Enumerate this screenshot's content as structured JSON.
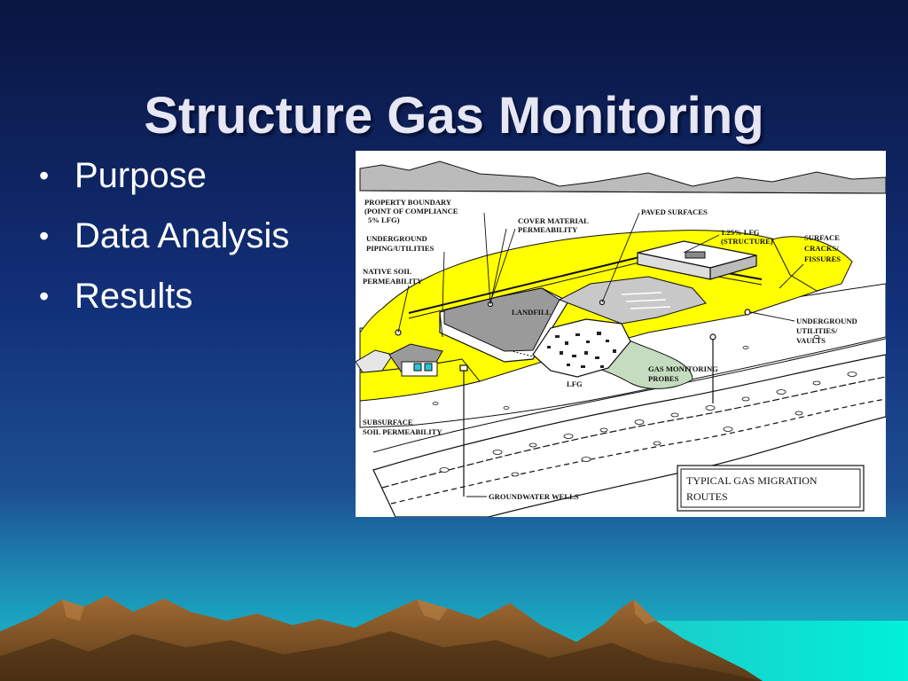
{
  "slide": {
    "title": "Structure Gas Monitoring",
    "bullets": [
      "Purpose",
      "Data Analysis",
      "Results"
    ]
  },
  "diagram": {
    "labels": {
      "property_boundary_1": "PROPERTY BOUNDARY",
      "property_boundary_2": "(POINT OF COMPLIANCE",
      "property_boundary_3": "5% LFG)",
      "cover_material_1": "COVER MATERIAL",
      "cover_material_2": "PERMEABILITY",
      "paved_surfaces": "PAVED SURFACES",
      "lfg_structure_1": "1.25% LFG",
      "lfg_structure_2": "(STRUCTURE)",
      "surface_cracks_1": "SURFACE",
      "surface_cracks_2": "CRACKS/",
      "surface_cracks_3": "FISSURES",
      "underground_piping_1": "UNDERGROUND",
      "underground_piping_2": "PIPING/UTILITIES",
      "native_soil_1": "NATIVE SOIL",
      "native_soil_2": "PERMEABILITY",
      "landfill": "LANDFILL",
      "underground_utilities_1": "UNDERGROUND",
      "underground_utilities_2": "UTILITIES/",
      "underground_utilities_3": "VAULTS",
      "gas_probes_1": "GAS MONITORING",
      "gas_probes_2": "PROBES",
      "lfg": "LFG",
      "subsurface_soil_1": "SUBSURFACE",
      "subsurface_soil_2": "SOIL PERMEABILITY",
      "groundwater_wells": "GROUNDWATER WELLS",
      "legend_1": "TYPICAL GAS MIGRATION",
      "legend_2": "ROUTES"
    }
  },
  "colors": {
    "sky_top": "#0a1540",
    "sky_mid": "#1d4f93",
    "sea": "#13b8c8",
    "mountain": "#7b5227",
    "landfill_yellow": "#ffff00",
    "soil_green": "#c6dcc0"
  }
}
